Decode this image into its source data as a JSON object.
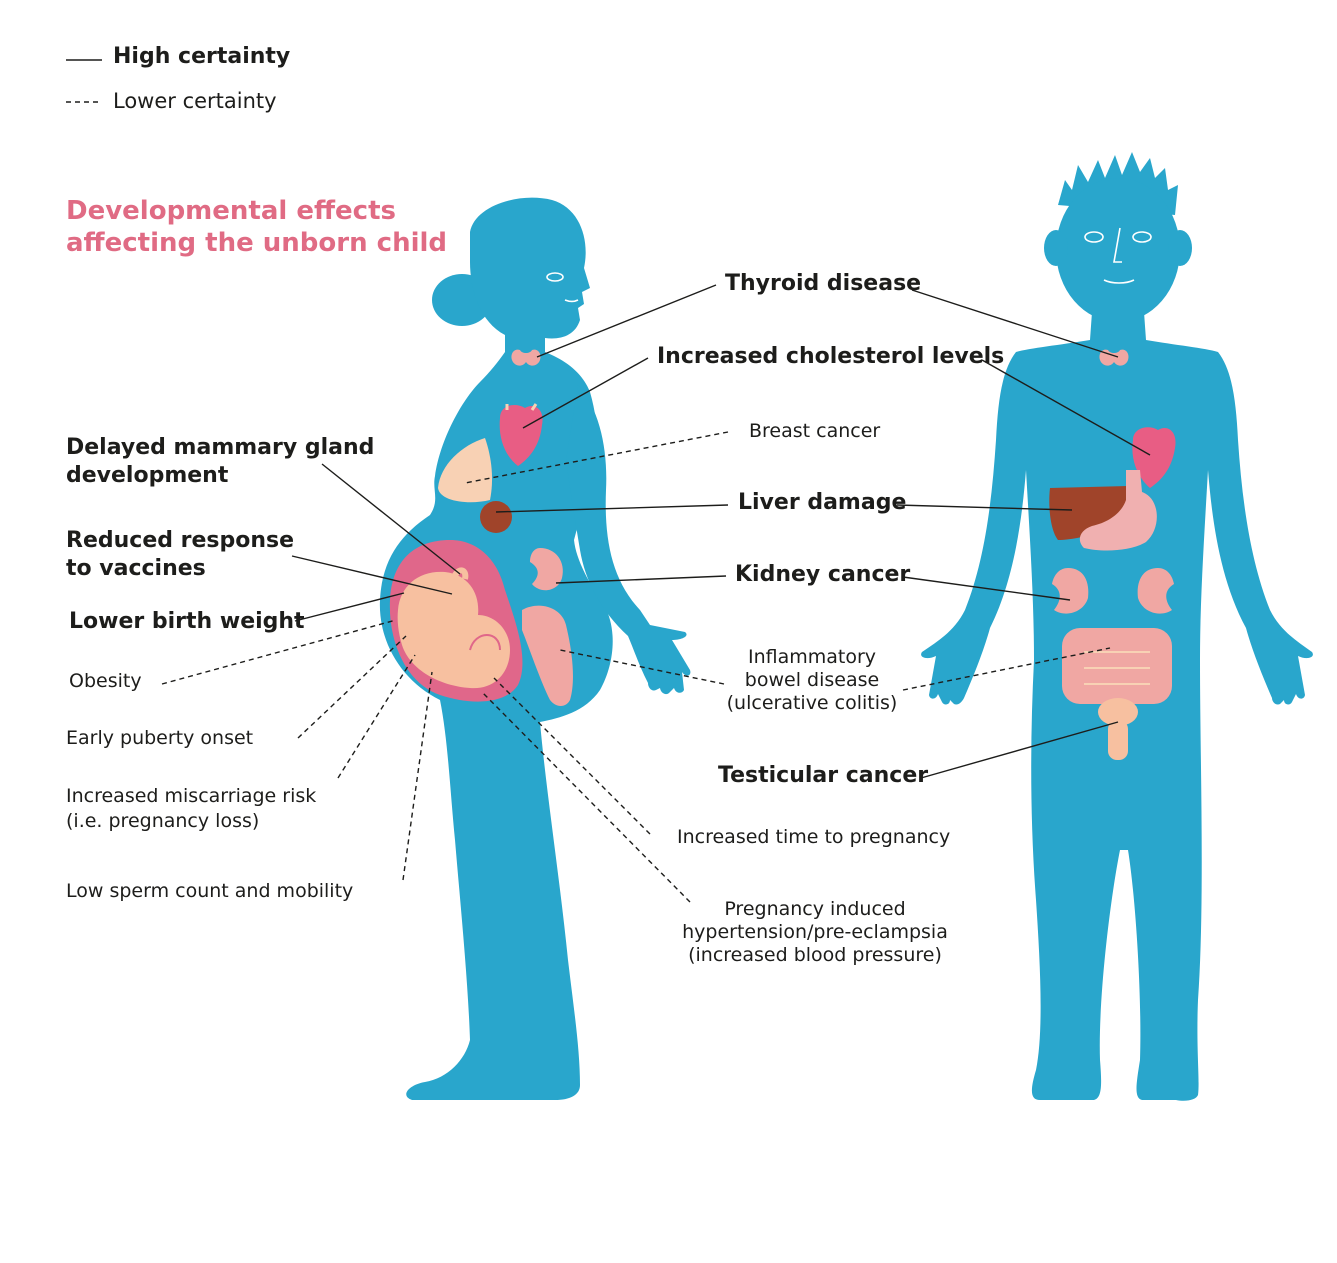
{
  "legend": {
    "high": "High certainty",
    "low": "Lower certainty"
  },
  "section_title": {
    "line1": "Developmental effects",
    "line2": "affecting the unborn child"
  },
  "labels": {
    "thyroid": "Thyroid disease",
    "cholesterol": "Increased cholesterol levels",
    "breast_cancer": "Breast cancer",
    "liver": "Liver damage",
    "kidney": "Kidney cancer",
    "ibd": [
      "Inflammatory",
      "bowel disease",
      "(ulcerative colitis)"
    ],
    "testicular": "Testicular cancer",
    "time_to_pregnancy": "Increased time to pregnancy",
    "hypertension": [
      "Pregnancy induced",
      "hypertension/pre-eclampsia",
      "(increased blood pressure)"
    ],
    "mammary": [
      "Delayed mammary gland",
      "development"
    ],
    "vaccines": [
      "Reduced response",
      "to vaccines"
    ],
    "birth_weight": "Lower birth weight",
    "obesity": "Obesity",
    "puberty": "Early puberty onset",
    "miscarriage": [
      "Increased miscarriage risk",
      "(i.e. pregnancy loss)"
    ],
    "sperm": "Low sperm count and mobility"
  },
  "colors": {
    "body": "#29a6cc",
    "heart": "#e85d84",
    "liver": "#a0442a",
    "organ_light": "#f0a7a3",
    "fetus": "#f7c0a0",
    "womb": "#e0678a",
    "breast": "#f8d1b4",
    "title": "#e06b84"
  }
}
